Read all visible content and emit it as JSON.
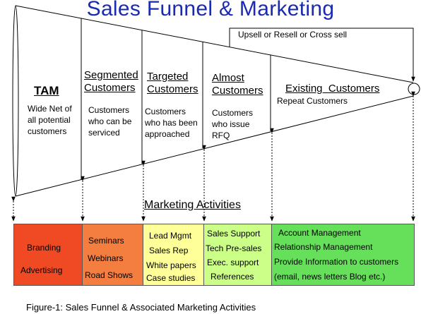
{
  "title": "Sales Funnel & Marketing",
  "upsell_label": "Upsell or Resell or Cross sell",
  "stages": [
    {
      "heading": [
        "TAM"
      ],
      "description": [
        "Wide Net of",
        "all potential",
        "customers"
      ]
    },
    {
      "heading": [
        "Segmented",
        "Customers"
      ],
      "description": [
        "Customers",
        "who can be",
        "serviced"
      ]
    },
    {
      "heading": [
        "Targeted",
        "Customers"
      ],
      "description": [
        "Customers",
        "who has been",
        "approached"
      ]
    },
    {
      "heading": [
        "Almost",
        "Customers"
      ],
      "description": [
        "Customers",
        "who issue",
        "RFQ"
      ]
    },
    {
      "heading": [
        "Existing",
        "Customers"
      ],
      "description": [
        "Repeat Customers"
      ]
    }
  ],
  "marketing_heading": "Marketing Activities",
  "activities": [
    {
      "color": "#f04a24",
      "items": [
        "Branding",
        "Advertising"
      ]
    },
    {
      "color": "#f47e40",
      "items": [
        "Seminars",
        "Webinars",
        "Road Shows"
      ]
    },
    {
      "color": "#ffff99",
      "items": [
        "Lead Mgmt",
        "Sales Rep",
        "White papers",
        "Case studies"
      ]
    },
    {
      "color": "#ccff88",
      "items": [
        "Sales Support",
        "Tech Pre-sales",
        "Exec. support",
        "References"
      ]
    },
    {
      "color": "#66e05a",
      "items": [
        "Account Management",
        "Relationship Management",
        "Provide Information to customers",
        "(email, news letters Blog etc.)"
      ]
    }
  ],
  "caption": "Figure-1: Sales Funnel & Associated Marketing Activities"
}
